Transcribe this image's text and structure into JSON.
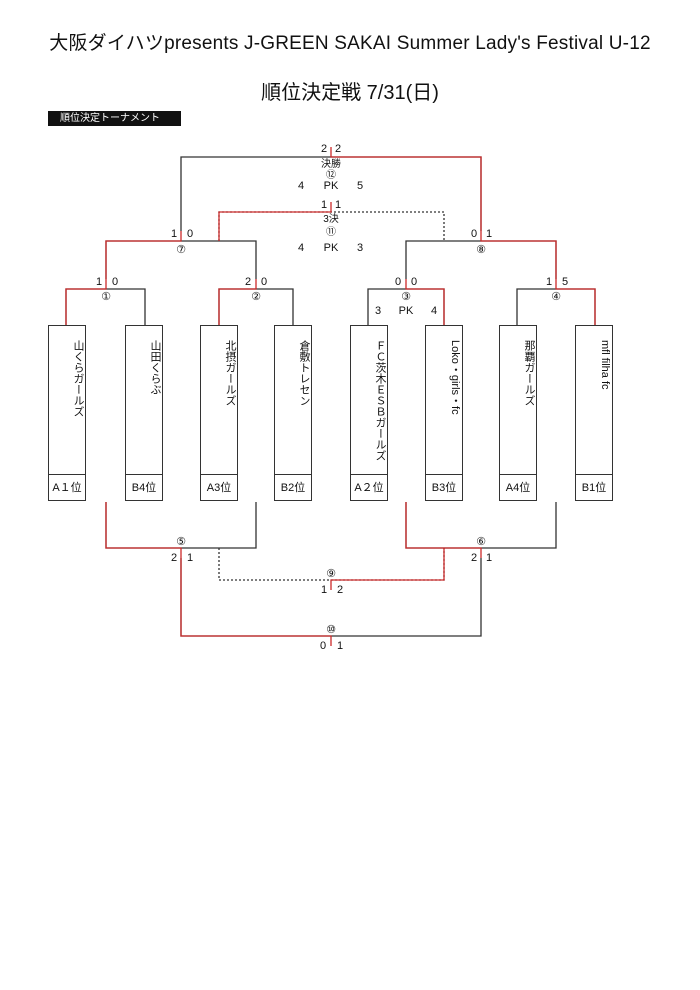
{
  "header": {
    "title": "大阪ダイハツpresents J-GREEN SAKAI Summer Lady's Festival U-12",
    "subtitle": "順位決定戦 7/31(日)",
    "section_tag": "順位決定トーナメント"
  },
  "teams": [
    {
      "name": "山くらガールズ",
      "seed": "A１位"
    },
    {
      "name": "山田くらぶ",
      "seed": "B4位"
    },
    {
      "name": "北摂ガールズ",
      "seed": "A3位"
    },
    {
      "name": "倉敷トレセン",
      "seed": "B2位"
    },
    {
      "name": "ＦＣ茨木ＥＳＢガールズ",
      "seed": "A２位"
    },
    {
      "name": "Loko・girls・fc",
      "seed": "B3位"
    },
    {
      "name": "那覇ガールズ",
      "seed": "A4位"
    },
    {
      "name": "mfl filha fc",
      "seed": "B1位"
    }
  ],
  "matches": [
    {
      "no": "①",
      "score_left": "1",
      "score_right": "0"
    },
    {
      "no": "②",
      "score_left": "2",
      "score_right": "0"
    },
    {
      "no": "③",
      "score_left": "0",
      "score_right": "0",
      "pk_left": "3",
      "pk_label": "PK",
      "pk_right": "4"
    },
    {
      "no": "④",
      "score_left": "1",
      "score_right": "5"
    },
    {
      "no": "⑦",
      "score_left": "1",
      "score_right": "0"
    },
    {
      "no": "⑧",
      "score_left": "0",
      "score_right": "1"
    },
    {
      "no": "⑪",
      "label": "3決",
      "score_left": "1",
      "score_right": "1",
      "pk_left": "4",
      "pk_label": "PK",
      "pk_right": "3"
    },
    {
      "no": "⑫",
      "label": "決勝",
      "score_left": "2",
      "score_right": "2",
      "pk_left": "4",
      "pk_label": "PK",
      "pk_right": "5"
    },
    {
      "no": "⑤",
      "score_left": "2",
      "score_right": "1"
    },
    {
      "no": "⑥",
      "score_left": "2",
      "score_right": "1"
    },
    {
      "no": "⑨",
      "score_left": "1",
      "score_right": "2"
    },
    {
      "no": "⑩",
      "score_left": "0",
      "score_right": "1"
    }
  ],
  "colors": {
    "winner_line": "#cc2a2a",
    "loser_line": "#333333"
  }
}
